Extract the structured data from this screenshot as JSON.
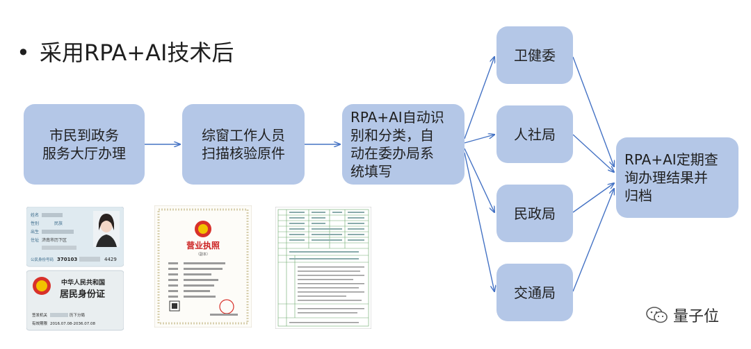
{
  "title": "采用RPA+AI技术后",
  "bullet": "•",
  "steps": {
    "citizen": "市民到政务\n服务大厅办理",
    "window_staff": "综窗工作人员\n扫描核验原件",
    "rpa_ai": "RPA+AI自动识\n别和分类，自\n动在委办局系\n统填写",
    "archive": "RPA+AI定期查\n询办理结果并\n归档"
  },
  "departments": [
    "卫健委",
    "人社局",
    "民政局",
    "交通局"
  ],
  "id_card": {
    "name_label": "姓名",
    "gender_label": "性别",
    "ethnicity_label": "民族",
    "birth_label": "出生",
    "address_label": "住址",
    "address_value": "济南市历下区",
    "number_label": "公民身份号码",
    "number_value": "370103",
    "number_suffix": "4429",
    "back_title_1": "中华人民共和国",
    "back_title_2": "居民身份证",
    "authority_label": "签发机关",
    "authority_value": "历下分局",
    "validity_label": "有效期限",
    "validity_value": "2016.07.08-2036.07.08"
  },
  "license": {
    "title": "营业执照",
    "subtitle": "（副本）"
  },
  "watermark": "量子位",
  "colors": {
    "box": "#b4c7e7",
    "arrow": "#4472c4"
  }
}
